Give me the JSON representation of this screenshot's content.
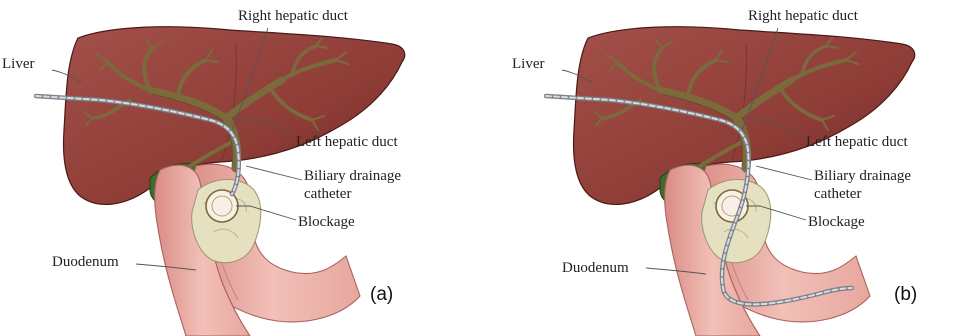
{
  "figure": {
    "panels": [
      {
        "panel_label": "(a)",
        "labels": {
          "liver": "Liver",
          "right_hepatic_duct": "Right hepatic duct",
          "left_hepatic_duct": "Left hepatic duct",
          "catheter_line1": "Biliary drainage",
          "catheter_line2": "catheter",
          "blockage": "Blockage",
          "duodenum": "Duodenum"
        }
      },
      {
        "panel_label": "(b)",
        "labels": {
          "liver": "Liver",
          "right_hepatic_duct": "Right hepatic duct",
          "left_hepatic_duct": "Left hepatic duct",
          "catheter_line1": "Biliary drainage",
          "catheter_line2": "catheter",
          "blockage": "Blockage",
          "duodenum": "Duodenum"
        }
      }
    ],
    "colors": {
      "liver": "#8e3c36",
      "liver_dark": "#6e2a26",
      "duct": "#7a6a3c",
      "duct_dark": "#4f4424",
      "gallbladder": "#3e6b2e",
      "duodenum": "#e6a7a0",
      "duodenum_dark": "#c98078",
      "pancreas": "#e4e0c0",
      "catheter": "#b0b4bc"
    }
  }
}
